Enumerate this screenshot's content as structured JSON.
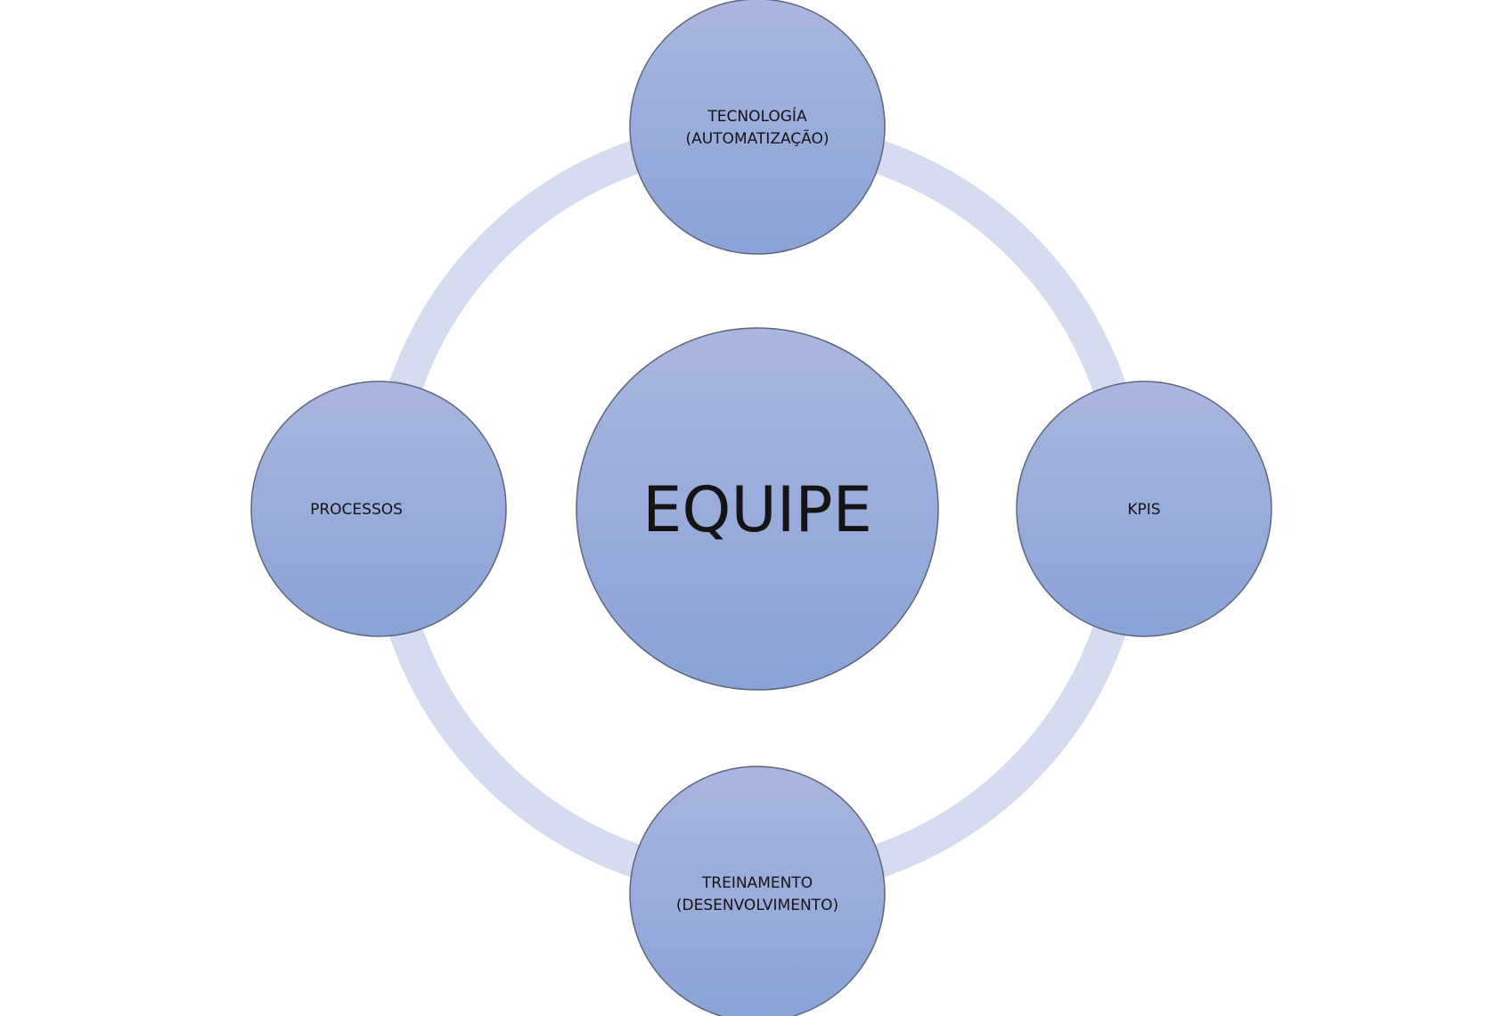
{
  "diagram": {
    "colors": {
      "background": "#ffffff",
      "ring": "#d6dcef",
      "node_top": "#a9b6e0",
      "node_bottom": "#8aa2d6",
      "node_stroke": "#5e6679",
      "text": "#141414"
    },
    "center": {
      "label": "EQUIPE"
    },
    "nodes": {
      "top": {
        "line1": "TECNOLOGÍA",
        "line2": "(AUTOMATIZAÇÃO)"
      },
      "left": {
        "line1": "PROCESSOS"
      },
      "right": {
        "line1": "KPIS"
      },
      "bottom": {
        "line1": "TREINAMENTO",
        "line2": "(DESENVOLVIMENTO)"
      }
    }
  }
}
